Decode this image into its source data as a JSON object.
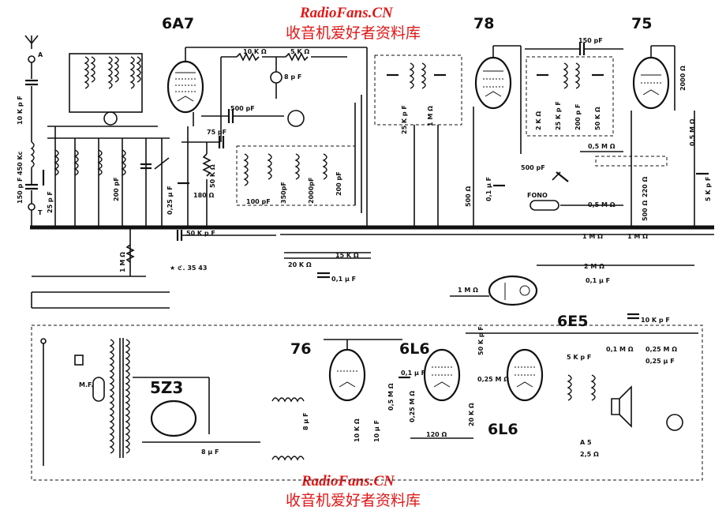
{
  "watermark": {
    "site_top": "RadioFans.CN",
    "cn_top": "收音机爱好者资料库",
    "site_bottom": "RadioFans.CN",
    "cn_bottom": "收音机爱好者资料库"
  },
  "tubes": {
    "t6a7": "6A7",
    "t78": "78",
    "t75": "75",
    "t6e5": "6E5",
    "t76": "76",
    "t6l6a": "6L6",
    "t6l6b": "6L6",
    "t5z3": "5Z3"
  },
  "components": {
    "r10k_top": "10 K Ω",
    "r5k_top": "5 K Ω",
    "c8pf": "8 p F",
    "c500pf": "500 pF",
    "c75pf": "75 pF",
    "r50k": "50 K Ω",
    "r180": "180 Ω",
    "c025uf": "0,25 μ F",
    "c100pf": "100 pF",
    "c350pf": "350pF",
    "c2000pf": "2000pF",
    "c200pf": "200 pF",
    "c50kpf": "50 K p F",
    "c150pf_top": "150 pF",
    "c10kpf_ant": "10 K p F",
    "ind450kc": "450 Kc",
    "c150pf_ant": "150 p F",
    "c25pf": "25 p F",
    "c200pf_osc": "200 pF",
    "r1m_left": "1 M Ω",
    "c25kpf": "25 K p F",
    "r1m_78": "1 M Ω",
    "r500": "500 Ω",
    "c01uf_78": "0,1 μ F",
    "r2k": "2 K Ω",
    "c25kpf_b": "25 K p F",
    "c200pf_b": "200 p F",
    "r50kb": "50 K Ω",
    "r2000": "2000 Ω",
    "r05m_75": "0,5 M Ω",
    "r05m_a": "0,5 M Ω",
    "c500pf_b": "500 pF",
    "fono": "FONO",
    "r05m_b": "0,5 M Ω",
    "r220": "220 Ω",
    "c5kpf": "5 K p F",
    "r500b": "500 Ω",
    "r1m_a": "1 M Ω",
    "r1m_b": "1 M Ω",
    "r20k": "20 K Ω",
    "r15k": "15 K Ω",
    "c01uf_a": "0,1 μ F",
    "r2m": "2 M Ω",
    "r1m_6e5": "1 M Ω",
    "c01uf_b": "0,1 μ F",
    "c10kpf_b": "10 K p F",
    "note": "★ ℭ. 35 43",
    "mf": "M.F.",
    "c8pf_psu": "8 μ F",
    "c8pf_psu2": "8 μ F",
    "c01uf_76": "0,1 μ F",
    "r05m_76": "0,5 M Ω",
    "r025m_76": "0,25 M Ω",
    "r10k_76": "10 K Ω",
    "c10uf": "10 μ F",
    "r120": "120 Ω",
    "c50kpf_6l6": "50 K p F",
    "r025m_6l6": "0,25 M Ω",
    "r20k_6l6": "20 K Ω",
    "c5kpf_out": "5 K p F",
    "r01m": "0,1 M Ω",
    "r025m_out": "0,25 M Ω",
    "c025uf_out": "0,25 μ F",
    "a5": "A 5",
    "v25": "2,5 Ω",
    "ant_a": "A",
    "ant_t": "T"
  }
}
